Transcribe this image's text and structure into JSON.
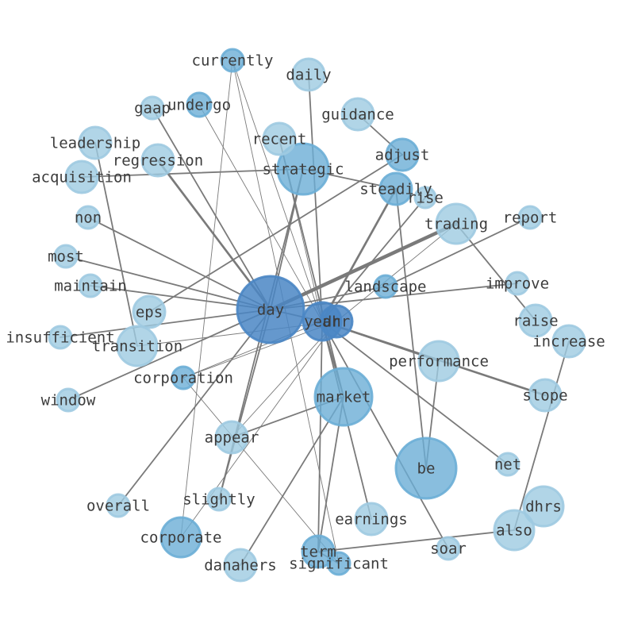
{
  "colors": {
    "light": "#9ecae1",
    "mid": "#6baed6",
    "dark": "#4a86c4",
    "edge": "#7a7a7a",
    "text": "#3c3c3c"
  },
  "nodes": [
    {
      "id": "day",
      "label": "day",
      "shade": "dark"
    },
    {
      "id": "year",
      "label": "year",
      "shade": "dark"
    },
    {
      "id": "dhr",
      "label": "dhr",
      "shade": "dark"
    },
    {
      "id": "market",
      "label": "market",
      "shade": "mid"
    },
    {
      "id": "be",
      "label": "be",
      "shade": "mid"
    },
    {
      "id": "strategic",
      "label": "strategic",
      "shade": "mid"
    },
    {
      "id": "corporate",
      "label": "corporate",
      "shade": "mid"
    },
    {
      "id": "trading",
      "label": "trading",
      "shade": "light"
    },
    {
      "id": "performance",
      "label": "performance",
      "shade": "light"
    },
    {
      "id": "dhrs",
      "label": "dhrs",
      "shade": "light"
    },
    {
      "id": "also",
      "label": "also",
      "shade": "light"
    },
    {
      "id": "adjust",
      "label": "adjust",
      "shade": "mid"
    },
    {
      "id": "steadily",
      "label": "steadily",
      "shade": "mid"
    },
    {
      "id": "rise",
      "label": "rise",
      "shade": "light"
    },
    {
      "id": "currently",
      "label": "currently",
      "shade": "mid"
    },
    {
      "id": "daily",
      "label": "daily",
      "shade": "light"
    },
    {
      "id": "gaap",
      "label": "gaap",
      "shade": "light"
    },
    {
      "id": "undergo",
      "label": "undergo",
      "shade": "mid"
    },
    {
      "id": "guidance",
      "label": "guidance",
      "shade": "light"
    },
    {
      "id": "recent",
      "label": "recent",
      "shade": "light"
    },
    {
      "id": "leadership",
      "label": "leadership",
      "shade": "light"
    },
    {
      "id": "regression",
      "label": "regression",
      "shade": "light"
    },
    {
      "id": "acquisition",
      "label": "acquisition",
      "shade": "light"
    },
    {
      "id": "non",
      "label": "non",
      "shade": "light"
    },
    {
      "id": "report",
      "label": "report",
      "shade": "light"
    },
    {
      "id": "most",
      "label": "most",
      "shade": "light"
    },
    {
      "id": "maintain",
      "label": "maintain",
      "shade": "light"
    },
    {
      "id": "landscape",
      "label": "landscape",
      "shade": "mid"
    },
    {
      "id": "improve",
      "label": "improve",
      "shade": "light"
    },
    {
      "id": "eps",
      "label": "eps",
      "shade": "light"
    },
    {
      "id": "raise",
      "label": "raise",
      "shade": "light"
    },
    {
      "id": "insufficient",
      "label": "insufficient",
      "shade": "light"
    },
    {
      "id": "transition",
      "label": "transition",
      "shade": "light"
    },
    {
      "id": "increase",
      "label": "increase",
      "shade": "light"
    },
    {
      "id": "corporation",
      "label": "corporation",
      "shade": "mid"
    },
    {
      "id": "slope",
      "label": "slope",
      "shade": "light"
    },
    {
      "id": "window",
      "label": "window",
      "shade": "light"
    },
    {
      "id": "appear",
      "label": "appear",
      "shade": "light"
    },
    {
      "id": "net",
      "label": "net",
      "shade": "light"
    },
    {
      "id": "overall",
      "label": "overall",
      "shade": "light"
    },
    {
      "id": "slightly",
      "label": "slightly",
      "shade": "light"
    },
    {
      "id": "earnings",
      "label": "earnings",
      "shade": "light"
    },
    {
      "id": "soar",
      "label": "soar",
      "shade": "light"
    },
    {
      "id": "term",
      "label": "term",
      "shade": "mid"
    },
    {
      "id": "danahers",
      "label": "danahers",
      "shade": "light"
    },
    {
      "id": "significant",
      "label": "significant",
      "shade": "mid"
    }
  ],
  "edges": [
    {
      "source": "day",
      "target": "trading",
      "weight": 5
    },
    {
      "source": "day",
      "target": "regression",
      "weight": 3
    },
    {
      "source": "day",
      "target": "gaap",
      "weight": 2
    },
    {
      "source": "day",
      "target": "non",
      "weight": 2
    },
    {
      "source": "day",
      "target": "most",
      "weight": 2
    },
    {
      "source": "day",
      "target": "maintain",
      "weight": 2
    },
    {
      "source": "day",
      "target": "insufficient",
      "weight": 2
    },
    {
      "source": "day",
      "target": "window",
      "weight": 2
    },
    {
      "source": "day",
      "target": "slightly",
      "weight": 2
    },
    {
      "source": "day",
      "target": "overall",
      "weight": 2
    },
    {
      "source": "day",
      "target": "landscape",
      "weight": 2
    },
    {
      "source": "day",
      "target": "improve",
      "weight": 2
    },
    {
      "source": "day",
      "target": "strategic",
      "weight": 2
    },
    {
      "source": "day",
      "target": "year",
      "weight": 2
    },
    {
      "source": "year",
      "target": "performance",
      "weight": 2
    },
    {
      "source": "year",
      "target": "slope",
      "weight": 3
    },
    {
      "source": "year",
      "target": "net",
      "weight": 2
    },
    {
      "source": "year",
      "target": "steadily",
      "weight": 3
    },
    {
      "source": "year",
      "target": "rise",
      "weight": 2
    },
    {
      "source": "year",
      "target": "market",
      "weight": 2
    },
    {
      "source": "year",
      "target": "earnings",
      "weight": 2
    },
    {
      "source": "year",
      "target": "soar",
      "weight": 2
    },
    {
      "source": "year",
      "target": "term",
      "weight": 2
    },
    {
      "source": "year",
      "target": "daily",
      "weight": 2
    },
    {
      "source": "year",
      "target": "currently",
      "weight": 1
    },
    {
      "source": "year",
      "target": "undergo",
      "weight": 1
    },
    {
      "source": "year",
      "target": "recent",
      "weight": 1
    },
    {
      "source": "year",
      "target": "corporation",
      "weight": 1
    },
    {
      "source": "dhr",
      "target": "corporation",
      "weight": 1
    },
    {
      "source": "dhr",
      "target": "appear",
      "weight": 1
    },
    {
      "source": "dhr",
      "target": "corporate",
      "weight": 1
    },
    {
      "source": "dhr",
      "target": "trading",
      "weight": 1
    },
    {
      "source": "dhr",
      "target": "transition",
      "weight": 1
    },
    {
      "source": "eps",
      "target": "adjust",
      "weight": 2
    },
    {
      "source": "guidance",
      "target": "adjust",
      "weight": 2
    },
    {
      "source": "acquisition",
      "target": "strategic",
      "weight": 2
    },
    {
      "source": "strategic",
      "target": "steadily",
      "weight": 2
    },
    {
      "source": "strategic",
      "target": "slightly",
      "weight": 2
    },
    {
      "source": "steadily",
      "target": "be",
      "weight": 2
    },
    {
      "source": "market",
      "target": "appear",
      "weight": 2
    },
    {
      "source": "market",
      "target": "danahers",
      "weight": 2
    },
    {
      "source": "market",
      "target": "term",
      "weight": 2
    },
    {
      "source": "market",
      "target": "recent",
      "weight": 2
    },
    {
      "source": "performance",
      "target": "be",
      "weight": 2
    },
    {
      "source": "trading",
      "target": "raise",
      "weight": 2
    },
    {
      "source": "landscape",
      "target": "report",
      "weight": 2
    },
    {
      "source": "term",
      "target": "also",
      "weight": 2
    },
    {
      "source": "term",
      "target": "significant",
      "weight": 2
    },
    {
      "source": "also",
      "target": "increase",
      "weight": 2
    },
    {
      "source": "leadership",
      "target": "transition",
      "weight": 2
    },
    {
      "source": "corporation",
      "target": "significant",
      "weight": 1
    },
    {
      "source": "currently",
      "target": "corporate",
      "weight": 1
    },
    {
      "source": "currently",
      "target": "significant",
      "weight": 1
    }
  ]
}
